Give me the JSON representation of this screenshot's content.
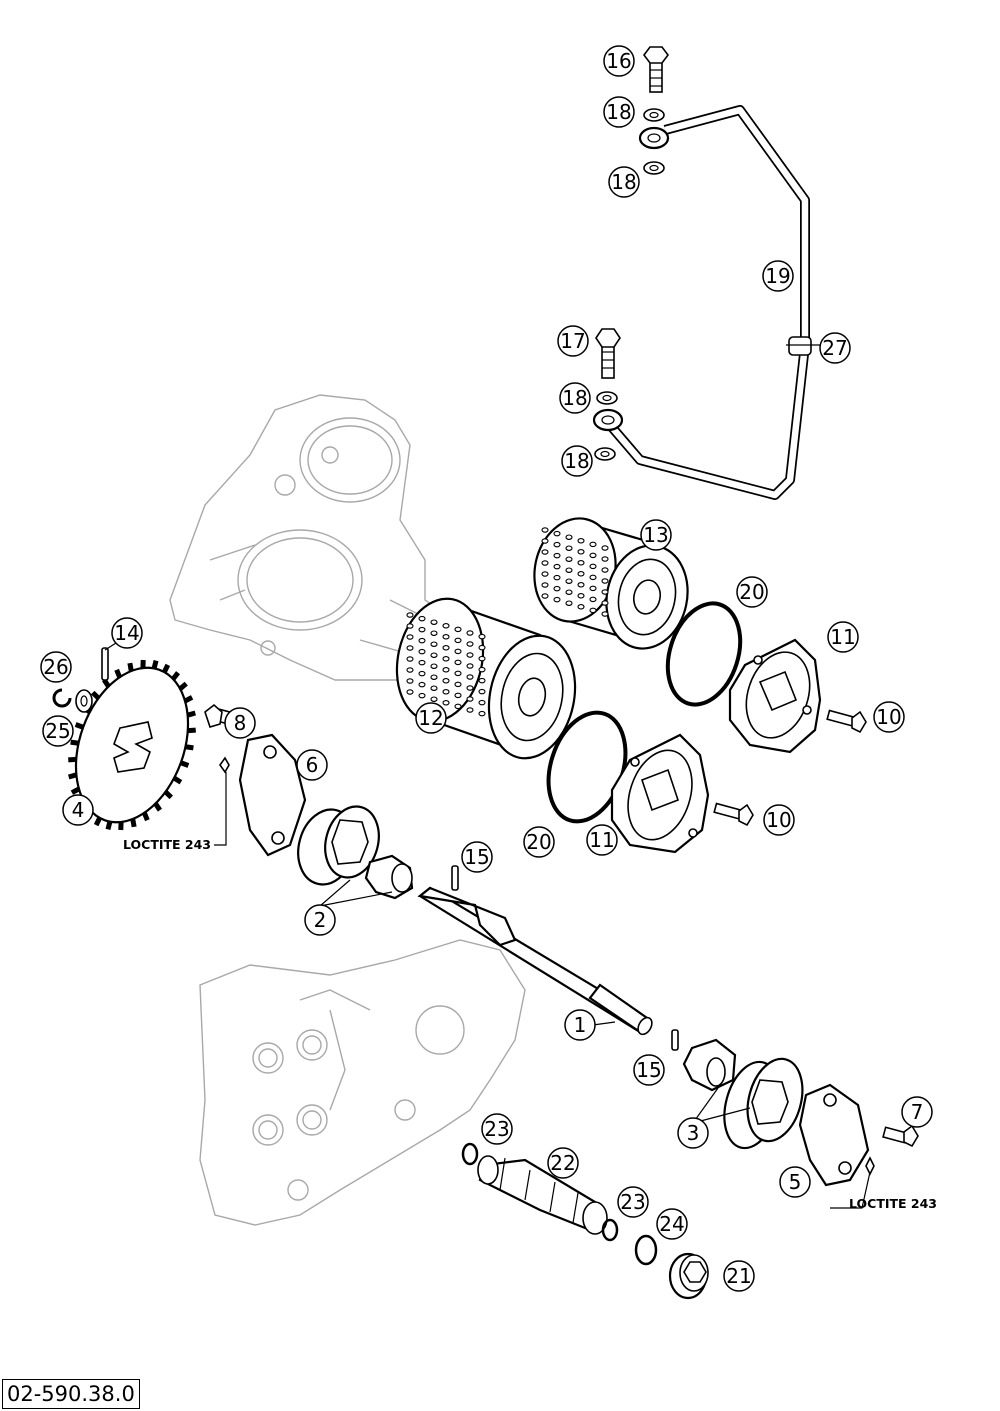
{
  "drawing_number": "02-590.38.0",
  "notes": [
    {
      "id": "loctite-left",
      "text": "LOCTITE 243"
    },
    {
      "id": "loctite-right",
      "text": "LOCTITE 243"
    }
  ],
  "callouts": [
    {
      "id": "c1",
      "label": "1"
    },
    {
      "id": "c2",
      "label": "2"
    },
    {
      "id": "c3",
      "label": "3"
    },
    {
      "id": "c4",
      "label": "4"
    },
    {
      "id": "c5",
      "label": "5"
    },
    {
      "id": "c6",
      "label": "6"
    },
    {
      "id": "c7",
      "label": "7"
    },
    {
      "id": "c8",
      "label": "8"
    },
    {
      "id": "c10a",
      "label": "10"
    },
    {
      "id": "c10b",
      "label": "10"
    },
    {
      "id": "c11a",
      "label": "11"
    },
    {
      "id": "c11b",
      "label": "11"
    },
    {
      "id": "c12",
      "label": "12"
    },
    {
      "id": "c13",
      "label": "13"
    },
    {
      "id": "c14",
      "label": "14"
    },
    {
      "id": "c15a",
      "label": "15"
    },
    {
      "id": "c15b",
      "label": "15"
    },
    {
      "id": "c16",
      "label": "16"
    },
    {
      "id": "c17",
      "label": "17"
    },
    {
      "id": "c18a",
      "label": "18"
    },
    {
      "id": "c18b",
      "label": "18"
    },
    {
      "id": "c18c",
      "label": "18"
    },
    {
      "id": "c18d",
      "label": "18"
    },
    {
      "id": "c19",
      "label": "19"
    },
    {
      "id": "c20a",
      "label": "20"
    },
    {
      "id": "c20b",
      "label": "20"
    },
    {
      "id": "c21",
      "label": "21"
    },
    {
      "id": "c22",
      "label": "22"
    },
    {
      "id": "c23a",
      "label": "23"
    },
    {
      "id": "c23b",
      "label": "23"
    },
    {
      "id": "c24",
      "label": "24"
    },
    {
      "id": "c25",
      "label": "25"
    },
    {
      "id": "c26",
      "label": "26"
    },
    {
      "id": "c27",
      "label": "27"
    }
  ]
}
